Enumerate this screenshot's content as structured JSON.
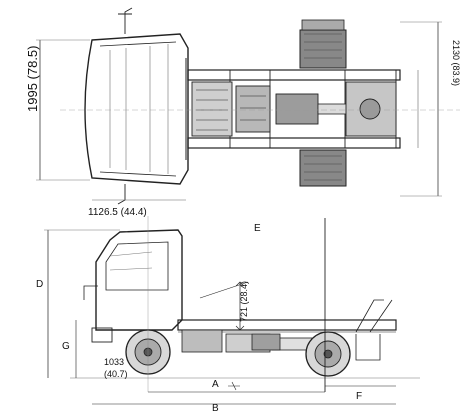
{
  "top_view": {
    "dim_width_left": "1995 (78.5)",
    "dim_width_right": "2130 (83.9)",
    "dim_front": "1126.5 (44.4)"
  },
  "side_view": {
    "label_d": "D",
    "label_e": "E",
    "label_g": "G",
    "label_a": "A",
    "label_b": "B",
    "label_f": "F",
    "dim_frame_height": "721 (28.4)",
    "dim_wheel_mm": "1033",
    "dim_wheel_in": "(40.7)"
  }
}
